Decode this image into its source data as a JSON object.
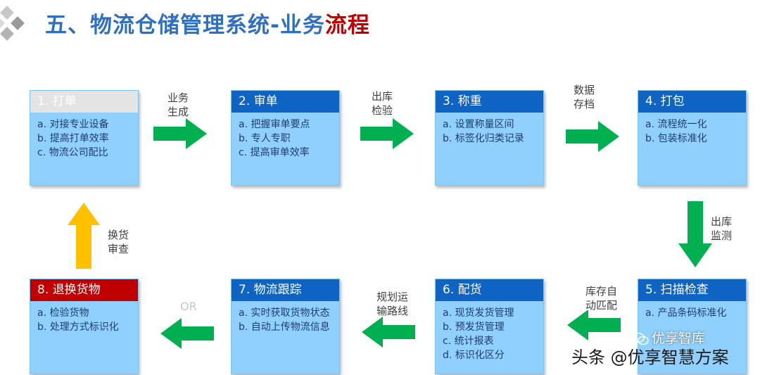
{
  "header": {
    "title_main": "五、物流仓储管理系统-业务",
    "title_highlight": "流程"
  },
  "boxes": [
    {
      "title": "1. 打单",
      "items": [
        "a. 对接专业设备",
        "b. 提高打单效率",
        "c. 物流公司配比"
      ]
    },
    {
      "title": "2. 审单",
      "items": [
        "a. 把握审单要点",
        "b. 专人专职",
        "c. 提高审单效率"
      ]
    },
    {
      "title": "3. 称重",
      "items": [
        "a. 设置称量区间",
        "b. 标签化归类记录"
      ]
    },
    {
      "title": "4. 打包",
      "items": [
        "a. 流程统一化",
        "b. 包装标准化"
      ]
    },
    {
      "title": "5. 扫描检查",
      "items": [
        "a. 产品条码标准化"
      ]
    },
    {
      "title": "6. 配货",
      "items": [
        "a. 现货发货管理",
        "b. 预发货管理",
        "c. 统计报表",
        "d. 标识化区分"
      ]
    },
    {
      "title": "7. 物流跟踪",
      "items": [
        "a. 实时获取货物状态",
        "b. 自动上传物流信息"
      ]
    },
    {
      "title": "8. 退换货物",
      "items": [
        "a. 检验货物",
        "b. 处理方式标识化"
      ]
    }
  ],
  "labels": {
    "a1": [
      "业务",
      "生成"
    ],
    "a2": [
      "出库",
      "检验"
    ],
    "a3": [
      "数据",
      "存档"
    ],
    "a4": [
      "出库",
      "监测"
    ],
    "a5": [
      "库存自",
      "动匹配"
    ],
    "a6": [
      "规划运",
      "输路线"
    ],
    "a7": "OR",
    "a8": [
      "换货",
      "审查"
    ]
  },
  "watermark": {
    "brand": "优享智库",
    "source": "头条 @优享智慧方案"
  },
  "colors": {
    "title_blue": "#2f6fc0",
    "highlight_red": "#c00000",
    "box_fill": "#8fd0ff",
    "header_blue": "#0f63c2",
    "arrow_green": "#00b050",
    "arrow_yellow": "#ffc000"
  }
}
